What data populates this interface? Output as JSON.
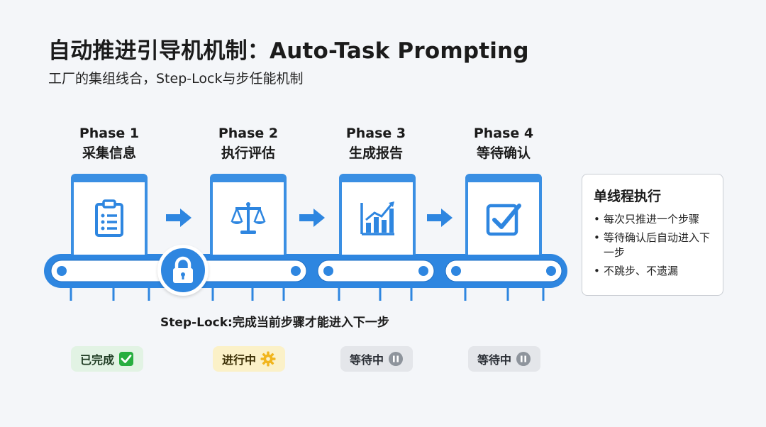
{
  "header": {
    "title": "自动推进引导机机制：Auto-Task Prompting",
    "subtitle": "工厂的集组线合，Step-Lock与步任能机制"
  },
  "phases": [
    {
      "phase": "Phase 1",
      "name": "采集信息",
      "icon": "clipboard-icon",
      "status": "已完成",
      "status_icon": "check-icon",
      "status_color": "#27ae3f"
    },
    {
      "phase": "Phase 2",
      "name": "执行评估",
      "icon": "scale-icon",
      "status": "进行中",
      "status_icon": "gear-icon",
      "status_color": "#f1b51d"
    },
    {
      "phase": "Phase 3",
      "name": "生成报告",
      "icon": "bar-chart-icon",
      "status": "等待中",
      "status_icon": "pause-icon",
      "status_color": "#8e949c"
    },
    {
      "phase": "Phase 4",
      "name": "等待确认",
      "icon": "checkbox-icon",
      "status": "等待中",
      "status_icon": "pause-icon",
      "status_color": "#8e949c"
    }
  ],
  "step_lock": {
    "icon": "lock-icon",
    "caption": "Step-Lock:完成当前步骤才能进入下一步"
  },
  "side_panel": {
    "title": "单线程执行",
    "items": [
      "每次只推进一个步骤",
      "等待确认后自动进入下一步",
      "不跳步、不遗漏"
    ]
  },
  "colors": {
    "accent": "#3a8fe3",
    "belt": "#2e86e0",
    "done": "#27ae3f",
    "progress": "#f1b51d",
    "waiting": "#8e949c"
  }
}
